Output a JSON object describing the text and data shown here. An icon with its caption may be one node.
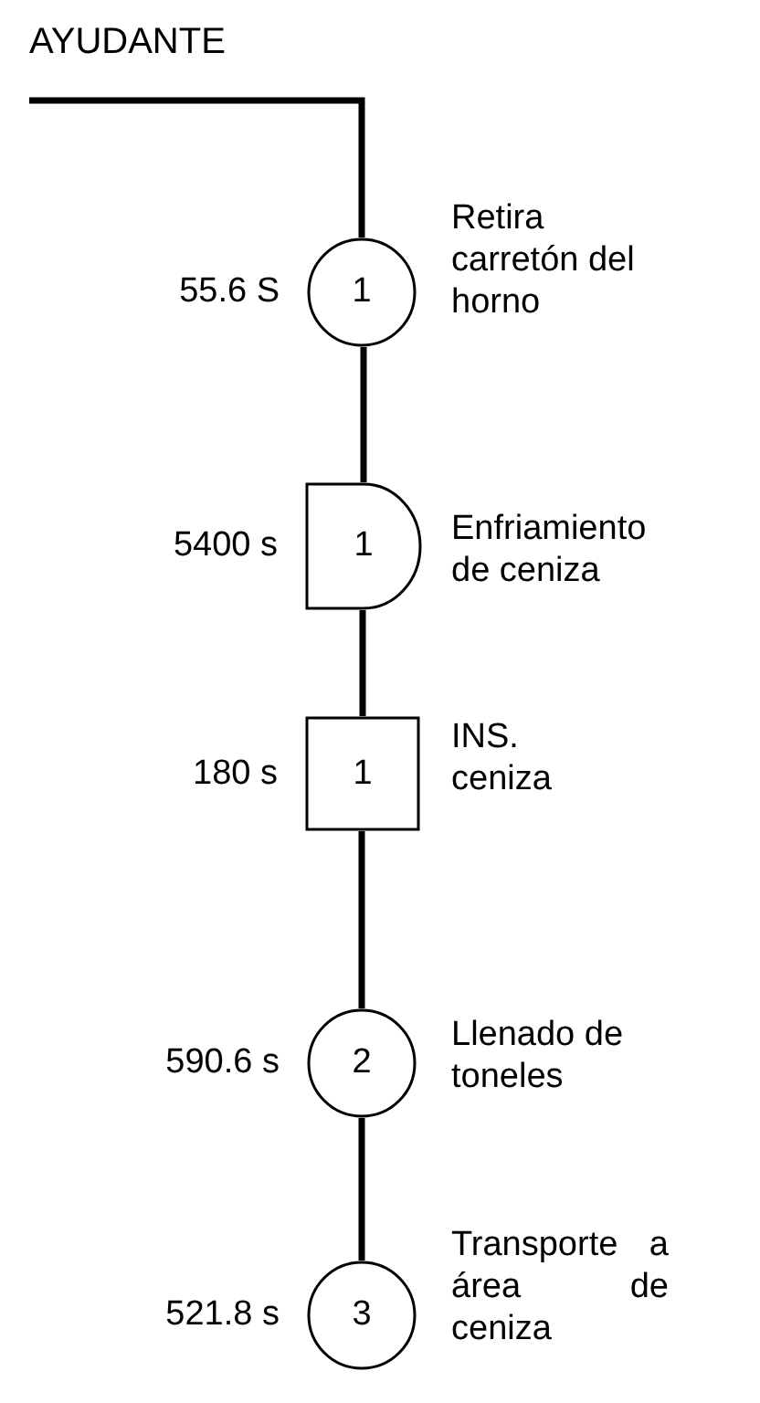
{
  "diagram": {
    "nodes": [
      {
        "text": [
          "AYUDANTE"
        ]
      },
      {
        "text": [
          "1"
        ],
        "beside": [
          "55.6 S",
          "Retira carretón del horno"
        ]
      },
      {
        "text": [
          "1"
        ],
        "beside": [
          "5400 s",
          "Enfriamiento de ceniza"
        ]
      },
      {
        "text": [
          "1"
        ],
        "beside": [
          "180 s",
          "INS. ceniza"
        ]
      },
      {
        "text": [
          "2"
        ],
        "beside": [
          "590.6 s",
          "Llenado de toneles"
        ]
      },
      {
        "text": [
          "3"
        ],
        "beside": [
          "521.8 s",
          "Transporte a área de ceniza"
        ]
      }
    ],
    "edges": [
      {
        "from": 0,
        "to": 1,
        "arrow": "none"
      },
      {
        "from": 1,
        "to": 2,
        "arrow": "none"
      },
      {
        "from": 2,
        "to": 3,
        "arrow": "none"
      },
      {
        "from": 3,
        "to": 4,
        "arrow": "none"
      },
      {
        "from": 4,
        "to": 5,
        "arrow": "none"
      }
    ]
  }
}
